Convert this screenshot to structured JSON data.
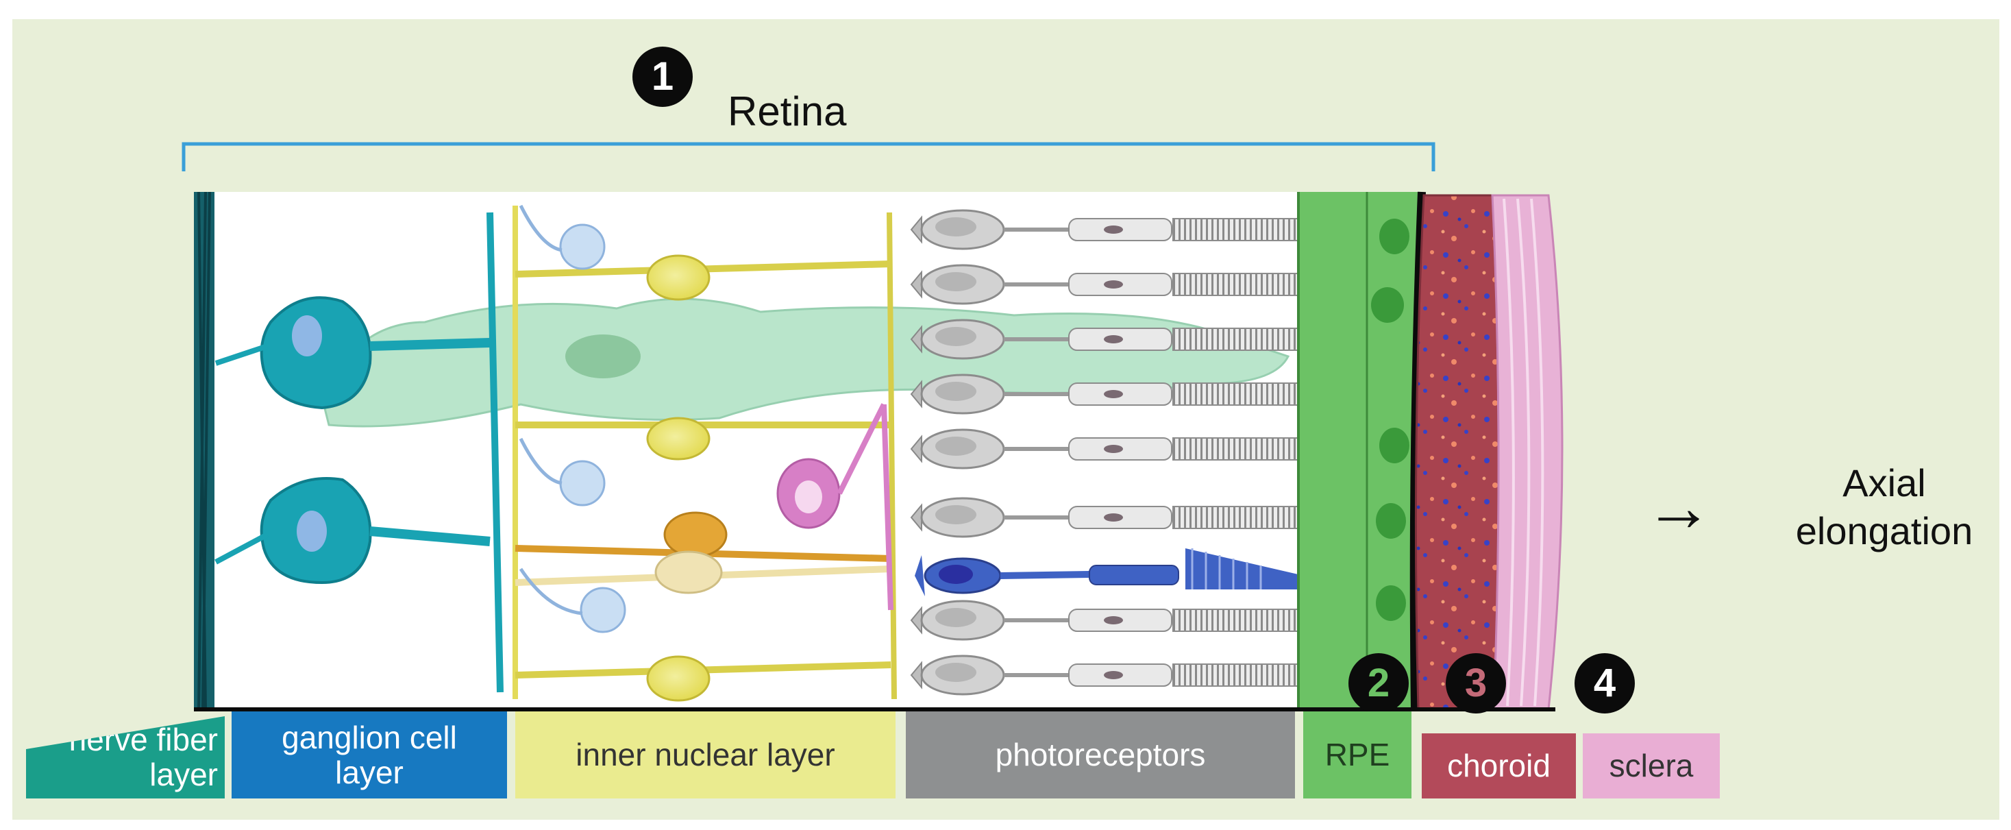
{
  "figure": {
    "badges": {
      "retina": "1",
      "rpe": "2",
      "choroid": "3",
      "sclera": "4"
    },
    "retina_label": "Retina",
    "effect_label": "Axial elongation",
    "arrow_glyph": "→",
    "layers": [
      {
        "label": "nerve fiber layer",
        "color": "#1a9e8a",
        "text_color": "#ffffff"
      },
      {
        "label": "ganglion cell layer",
        "color": "#1779c1",
        "text_color": "#ffffff"
      },
      {
        "label": "inner nuclear layer",
        "color": "#eaeb8f",
        "text_color": "#333333"
      },
      {
        "label": "photoreceptors",
        "color": "#8e9091",
        "text_color": "#ffffff"
      },
      {
        "label": "RPE",
        "color": "#6cc265",
        "text_color": "#1f3f1f"
      },
      {
        "label": "choroid",
        "color": "#b34a5a",
        "text_color": "#ffffff"
      },
      {
        "label": "sclera",
        "color": "#e9aed4",
        "text_color": "#333333"
      }
    ],
    "colors": {
      "background": "#e8efd8",
      "bracket": "#3a9fd8",
      "nerve_fiber": "#15606a",
      "ganglion": "#19a3b3",
      "muller_glia": "#a8dfbf",
      "bipolar": "#e8e36a",
      "amacrine": "#d99a2a",
      "horizontal_blue": "#bcd6f0",
      "horizontal_pink": "#d77fc6",
      "rod_gray": "#c9c9c9",
      "cone_blue": "#3f62c4",
      "rpe_green": "#6cc265",
      "choroid_red": "#a8434f",
      "sclera_pink": "#e8b2d6",
      "badge_fill": "#0b0b0b"
    }
  }
}
